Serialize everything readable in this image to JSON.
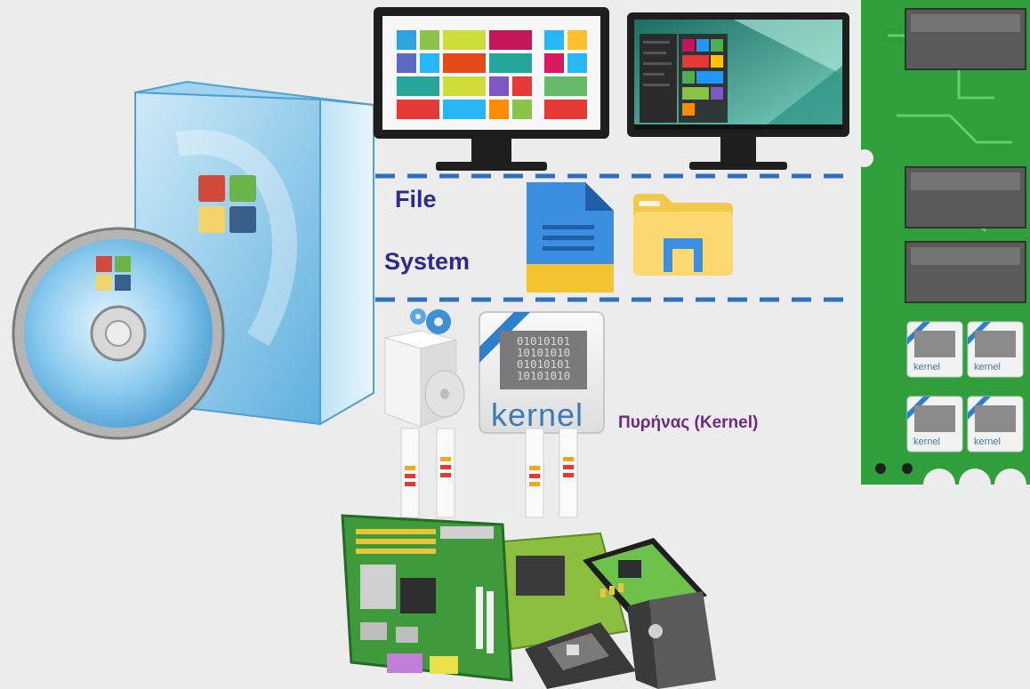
{
  "labels": {
    "file_line1": "File",
    "file_line2": "System",
    "kernel_caption": "Πυρήνας (Kernel)",
    "kernel_word": "kernel",
    "chip_word": "kernel",
    "kernel_bits": "01010101\n10101010\n01010101\n10101010"
  },
  "colors": {
    "background": "#ececec",
    "file_system_text": "#2e2a8c",
    "kernel_caption_text": "#6b2c82",
    "kernel_word": "#3c7bb8",
    "dashed_line": "#2f6fc0",
    "ram_board": "#2f9e3b"
  },
  "icons": [
    "windows-box-icon",
    "install-disc-icon",
    "monitor-metro-icon",
    "monitor-desktop-icon",
    "document-icon",
    "file-explorer-icon",
    "installer-package-icon",
    "kernel-chip-icon",
    "ram-module-icon",
    "hardware-components-icon"
  ]
}
